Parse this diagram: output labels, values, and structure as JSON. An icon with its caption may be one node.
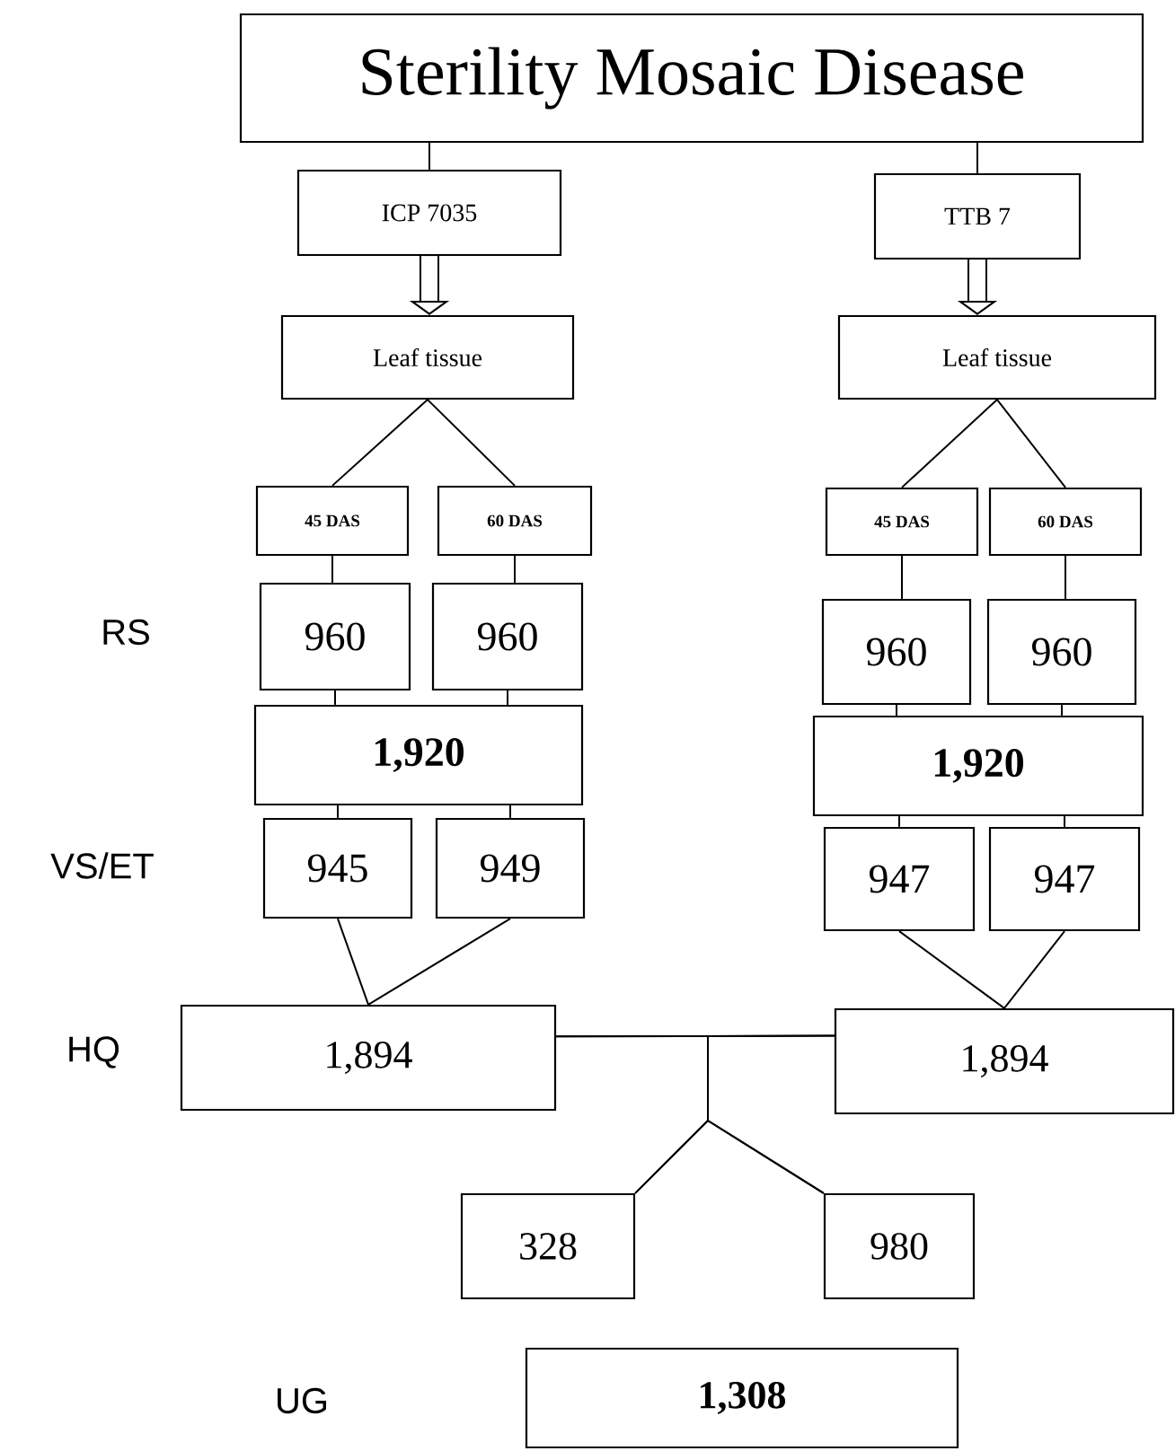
{
  "diagram": {
    "nodes": [
      {
        "text": [
          "Sterility Mosaic Disease"
        ]
      },
      {
        "text": [
          "ICP 7035"
        ]
      },
      {
        "text": [
          "TTB 7"
        ]
      },
      {
        "text": [
          "Leaf tissue"
        ]
      },
      {
        "text": [
          "Leaf tissue"
        ]
      },
      {
        "text": [
          "45 DAS"
        ]
      },
      {
        "text": [
          "60 DAS"
        ]
      },
      {
        "text": [
          "45 DAS"
        ]
      },
      {
        "text": [
          "60 DAS"
        ]
      },
      {
        "text": [
          "960"
        ]
      },
      {
        "text": [
          "960"
        ]
      },
      {
        "text": [
          "960"
        ]
      },
      {
        "text": [
          "960"
        ]
      },
      {
        "text": [
          "1,920"
        ]
      },
      {
        "text": [
          "1,920"
        ]
      },
      {
        "text": [
          "945"
        ]
      },
      {
        "text": [
          "949"
        ]
      },
      {
        "text": [
          "947"
        ]
      },
      {
        "text": [
          "947"
        ]
      },
      {
        "text": [
          "1,894"
        ]
      },
      {
        "text": [
          "1,894"
        ]
      },
      {
        "text": [
          "328"
        ]
      },
      {
        "text": [
          "980"
        ]
      },
      {
        "text": [
          "1,308"
        ]
      }
    ],
    "edges": [
      {
        "from": 0,
        "to": 1,
        "arrow": "none"
      },
      {
        "from": 0,
        "to": 2,
        "arrow": "none"
      },
      {
        "from": 1,
        "to": 3,
        "arrow": "to",
        "style": "thick"
      },
      {
        "from": 2,
        "to": 4,
        "arrow": "to",
        "style": "thick"
      },
      {
        "from": 3,
        "to": 5,
        "arrow": "none"
      },
      {
        "from": 3,
        "to": 6,
        "arrow": "none"
      },
      {
        "from": 4,
        "to": 7,
        "arrow": "none"
      },
      {
        "from": 4,
        "to": 8,
        "arrow": "none"
      },
      {
        "from": 5,
        "to": 9,
        "arrow": "none"
      },
      {
        "from": 6,
        "to": 10,
        "arrow": "none"
      },
      {
        "from": 7,
        "to": 11,
        "arrow": "none"
      },
      {
        "from": 8,
        "to": 12,
        "arrow": "none"
      },
      {
        "from": 9,
        "to": 13,
        "arrow": "none"
      },
      {
        "from": 10,
        "to": 13,
        "arrow": "none"
      },
      {
        "from": 11,
        "to": 14,
        "arrow": "none"
      },
      {
        "from": 12,
        "to": 14,
        "arrow": "none"
      },
      {
        "from": 13,
        "to": 15,
        "arrow": "none"
      },
      {
        "from": 13,
        "to": 16,
        "arrow": "none"
      },
      {
        "from": 14,
        "to": 17,
        "arrow": "none"
      },
      {
        "from": 14,
        "to": 18,
        "arrow": "none"
      },
      {
        "from": 15,
        "to": 19,
        "arrow": "none"
      },
      {
        "from": 16,
        "to": 19,
        "arrow": "none"
      },
      {
        "from": 17,
        "to": 20,
        "arrow": "none"
      },
      {
        "from": 18,
        "to": 20,
        "arrow": "none"
      },
      {
        "from": 19,
        "to": 21,
        "arrow": "none"
      },
      {
        "from": 19,
        "to": 22,
        "arrow": "none"
      },
      {
        "from": 20,
        "to": 21,
        "arrow": "none"
      },
      {
        "from": 20,
        "to": 22,
        "arrow": "none"
      }
    ],
    "labels": [
      "RS",
      "VS/ET",
      "HQ",
      "UG"
    ]
  }
}
